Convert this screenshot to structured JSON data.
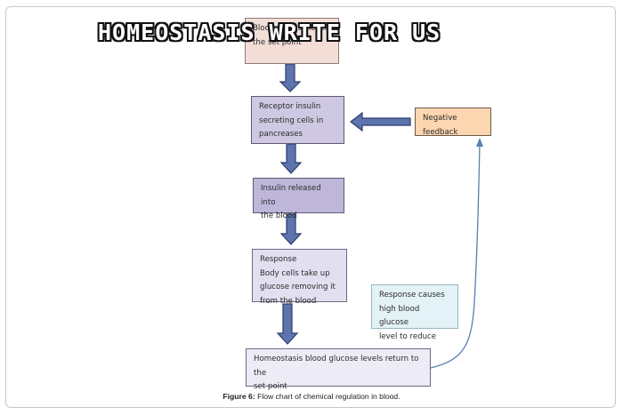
{
  "banner": {
    "title": "HOMEOSTASIS WRITE FOR US"
  },
  "flowchart": {
    "boxes": {
      "top": "Blood glucose level\nthe set point",
      "receptor": "Receptor insulin\nsecreting cells in\npancreases",
      "insulin": "Insulin released into\nthe blood",
      "response": "Response\nBody cells take up\nglucose removing it\nfrom the blood",
      "homeostasis": "Homeostasis blood glucose levels return to the\nset point",
      "negative_feedback": "Negative\nfeedback",
      "response_causes": "Response causes\nhigh blood glucose\nlevel to reduce"
    },
    "colors": {
      "arrow_fill": "#5e74ad",
      "arrow_outline": "#2c3e6f",
      "feedback_line": "#5a7fb0"
    }
  },
  "caption": {
    "label": "Figure 6:",
    "text": " Flow chart of chemical regulation in blood."
  }
}
